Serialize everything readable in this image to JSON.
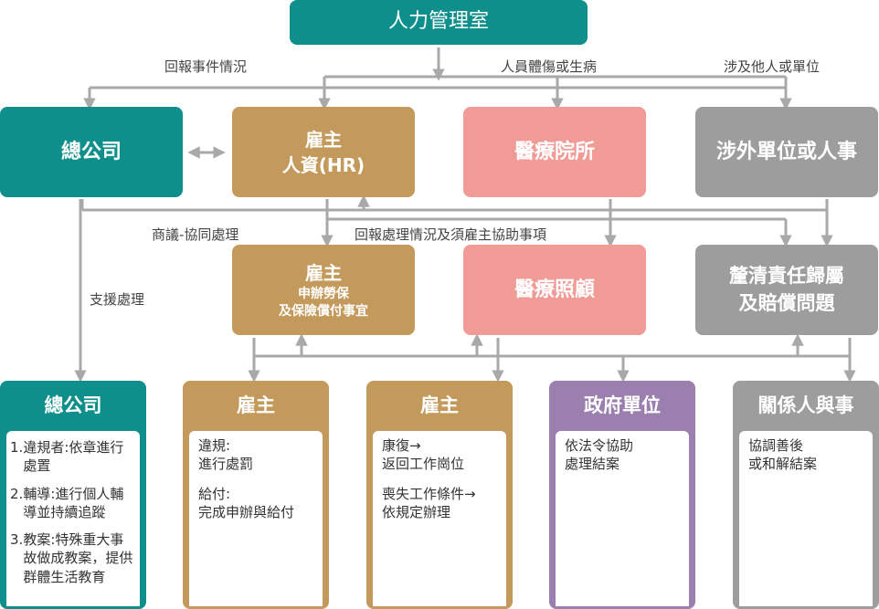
{
  "colors": {
    "teal": "#0f8f8b",
    "tan": "#c49a5c",
    "pink": "#f19b97",
    "gray": "#9d9d9d",
    "purple": "#9b7fae",
    "line": "#a9a9a9"
  },
  "top": {
    "title": "人力管理室"
  },
  "labels": {
    "report_event": "回報事件情況",
    "injury": "人員體傷或生病",
    "third_party": "涉及他人或單位",
    "negotiate": "商議-協同處理",
    "report_back": "回報處理情況及須雇主協助事項",
    "support": "支援處理"
  },
  "row1": {
    "hq": "總公司",
    "employer_hr_1": "雇主",
    "employer_hr_2": "人資(HR)",
    "medical": "醫療院所",
    "external": "涉外單位或人事"
  },
  "row2": {
    "employer_title": "雇主",
    "employer_sub_1": "申辦勞保",
    "employer_sub_2": "及保險償付事宜",
    "medical_care": "醫療照顧",
    "clarify_1": "釐清責任歸屬",
    "clarify_2": "及賠償問題"
  },
  "cards": [
    {
      "title": "總公司",
      "items": [
        {
          "num": "1.",
          "text": "違規者:依章進行處置"
        },
        {
          "num": "2.",
          "text": "輔導:進行個人輔導並持續追蹤"
        },
        {
          "num": "3.",
          "text": "教案:特殊重大事故做成教案，提供群體生活教育"
        }
      ]
    },
    {
      "title": "雇主",
      "paras": [
        [
          "違規:",
          "進行處罰"
        ],
        [
          "給付:",
          "完成申辦與給付"
        ]
      ]
    },
    {
      "title": "雇主",
      "paras": [
        [
          "康復→",
          "返回工作崗位"
        ],
        [
          "喪失工作條件→",
          "依規定辦理"
        ]
      ]
    },
    {
      "title": "政府單位",
      "paras": [
        [
          "依法令協助",
          "處理結案"
        ]
      ]
    },
    {
      "title": "關係人與事",
      "paras": [
        [
          "協調善後",
          "或和解結案"
        ]
      ]
    }
  ]
}
